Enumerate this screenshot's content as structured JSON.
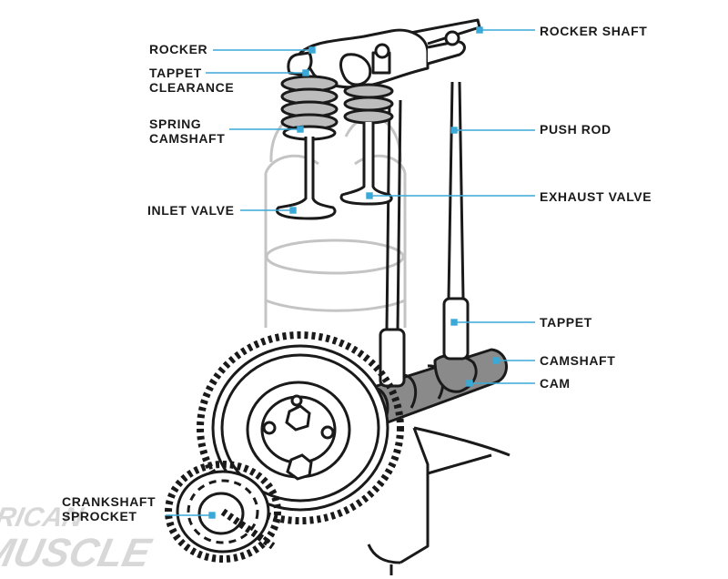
{
  "colors": {
    "line": "#1a1a1a",
    "ghost": "#c4c4c4",
    "leader": "#3aa9d8",
    "cam_fill": "#8a8a8a",
    "watermark": "#d8d8d8"
  },
  "labels": {
    "rocker": "ROCKER",
    "tappet_clearance_1": "TAPPET",
    "tappet_clearance_2": "CLEARANCE",
    "spring_1": "SPRING",
    "spring_2": "CAMSHAFT",
    "inlet_valve": "INLET VALVE",
    "crankshaft_sprocket_1": "CRANKSHAFT",
    "crankshaft_sprocket_2": "SPROCKET",
    "rocker_shaft": "ROCKER SHAFT",
    "push_rod": "PUSH ROD",
    "exhaust_valve": "EXHAUST VALVE",
    "tappet": "TAPPET",
    "camshaft": "CAMSHAFT",
    "cam": "CAM"
  },
  "watermark": {
    "line1": "AMERICAN",
    "line2": "MUSCLE"
  }
}
